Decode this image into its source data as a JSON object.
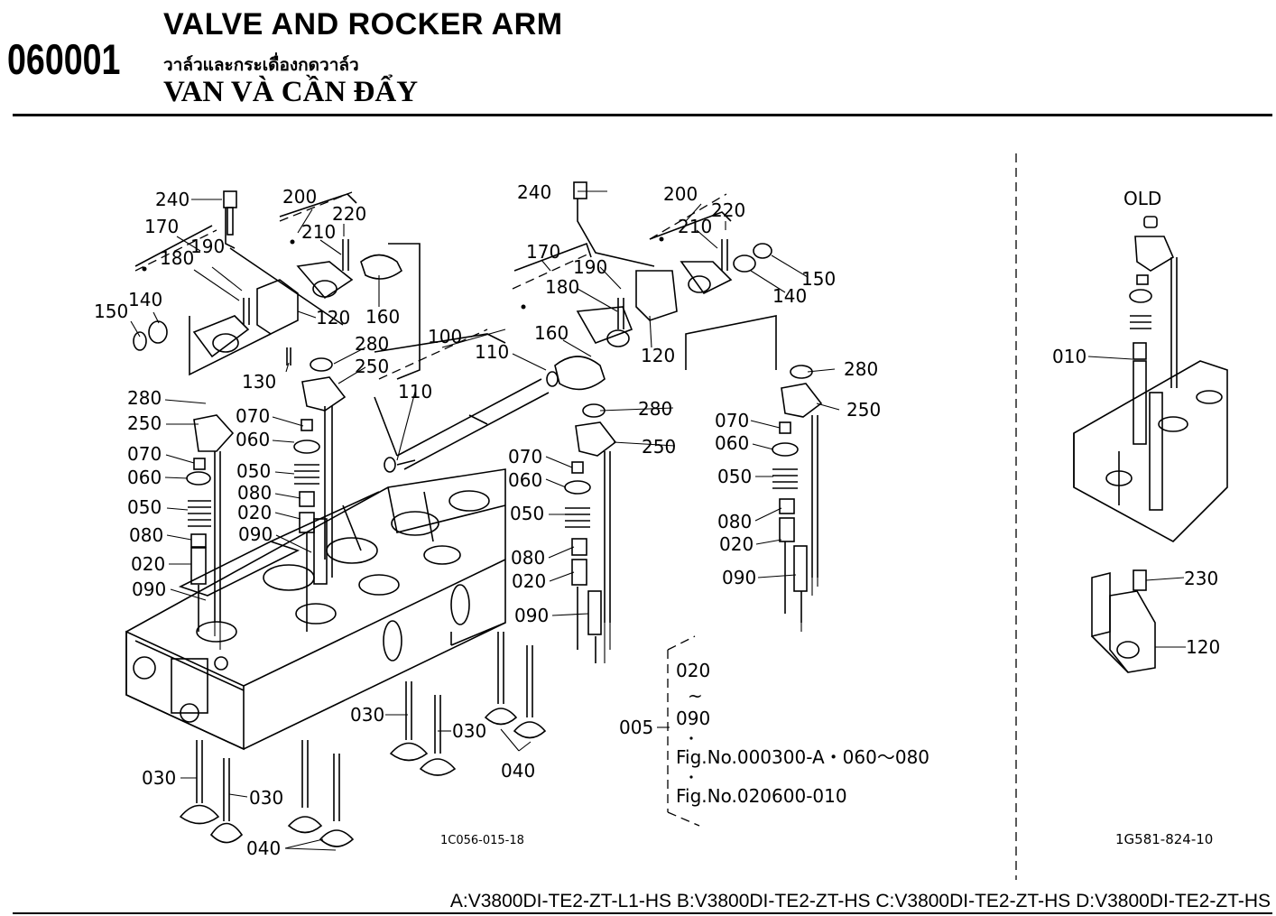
{
  "header": {
    "code": "060001",
    "title_en": "VALVE AND ROCKER ARM",
    "title_th": "วาล์วและกระเดื่องกดวาล์ว",
    "title_vi": "VAN VÀ CẦN ĐẨY"
  },
  "labels": {
    "l240a": "240",
    "l200a": "200",
    "l220a": "220",
    "l210a": "210",
    "l170a": "170",
    "l180a": "180",
    "l190a": "190",
    "l150a": "150",
    "l140a": "140",
    "l120a": "120",
    "l160a": "160",
    "l130": "130",
    "l280a": "280",
    "l250a": "250",
    "l280b": "280",
    "l250b": "250",
    "l070a": "070",
    "l060a": "060",
    "l050a": "050",
    "l080a": "080",
    "l020a": "020",
    "l090a": "090",
    "l070b": "070",
    "l060b": "060",
    "l050b": "050",
    "l080b": "080",
    "l020b": "020",
    "l090b": "090",
    "l100": "100",
    "l110a": "110",
    "l110b": "110",
    "l240b": "240",
    "l200b": "200",
    "l220b": "220",
    "l210b": "210",
    "l170b": "170",
    "l190b": "190",
    "l180b": "180",
    "l160b": "160",
    "l120b": "120",
    "l150b": "150",
    "l140b": "140",
    "l280c": "280",
    "l250c": "250",
    "l070c": "070",
    "l060c": "060",
    "l050c": "050",
    "l080c": "080",
    "l020c": "020",
    "l090c": "090",
    "l280d": "280",
    "l250d": "250",
    "l070d": "070",
    "l060d": "060",
    "l050d": "050",
    "l080d": "080",
    "l020d": "020",
    "l090d": "090",
    "l030a": "030",
    "l030b": "030",
    "l030c": "030",
    "l030d": "030",
    "l040a": "040",
    "l040b": "040",
    "l005": "005",
    "n020": "020",
    "ntilde": "~",
    "n090": "090",
    "nfig1": "Fig.No.000300-A・060～080",
    "nfig2": "Fig.No.020600-010",
    "fig_left": "1C056-015-18",
    "old": "OLD",
    "l010": "010",
    "l230": "230",
    "l120c": "120",
    "fig_right": "1G581-824-10"
  },
  "footer": "A:V3800DI-TE2-ZT-L1-HS B:V3800DI-TE2-ZT-HS C:V3800DI-TE2-ZT-HS D:V3800DI-TE2-ZT-HS"
}
